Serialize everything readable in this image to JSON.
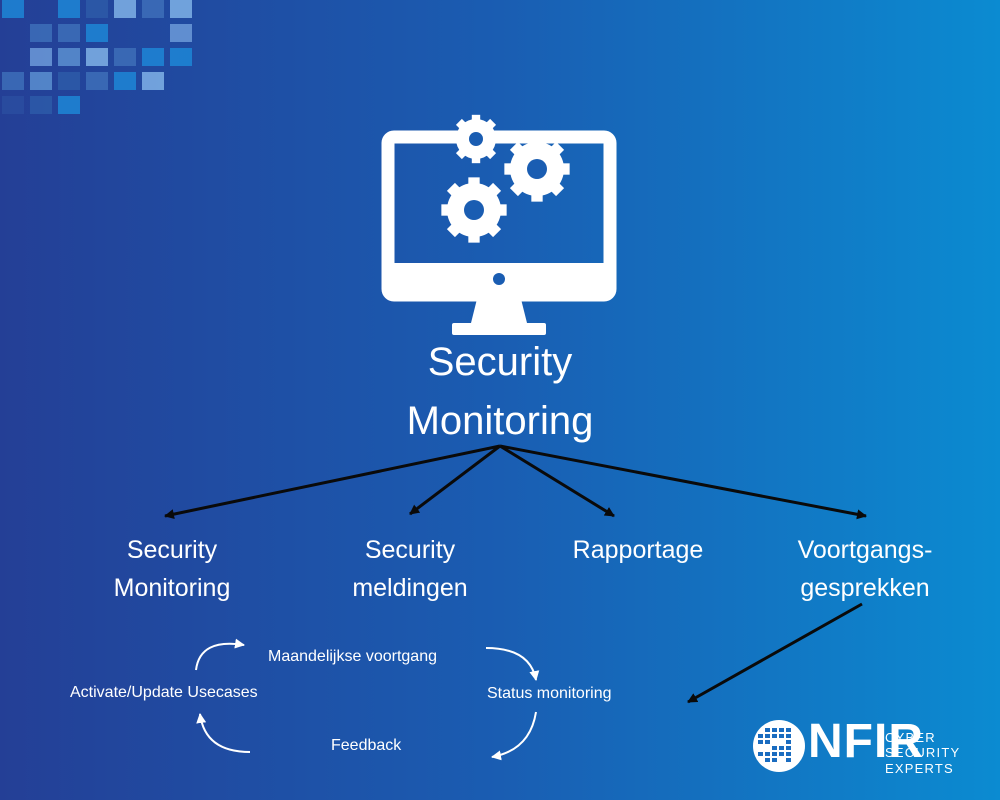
{
  "hub": {
    "line1": "Security",
    "line2": "Monitoring",
    "icon": "monitor-gears-icon"
  },
  "branches": [
    {
      "line1": "Security",
      "line2": "Monitoring"
    },
    {
      "line1": "Security",
      "line2": "meldingen"
    },
    {
      "line1": "Rapportage",
      "line2": ""
    },
    {
      "line1": "Voortgangs-",
      "line2": "gesprekken"
    }
  ],
  "cycle": {
    "top": "Maandelijkse voortgang",
    "right": "Status monitoring",
    "bottom": "Feedback",
    "left": "Activate/Update Usecases"
  },
  "logo": {
    "word": "NFIR",
    "tagline": [
      "CYBER",
      "SECURITY",
      "EXPERTS"
    ]
  },
  "colors": {
    "background_left": "#243f96",
    "background_right": "#0b8bd1",
    "foreground": "#ffffff",
    "arrow": "#0a0a0a"
  }
}
